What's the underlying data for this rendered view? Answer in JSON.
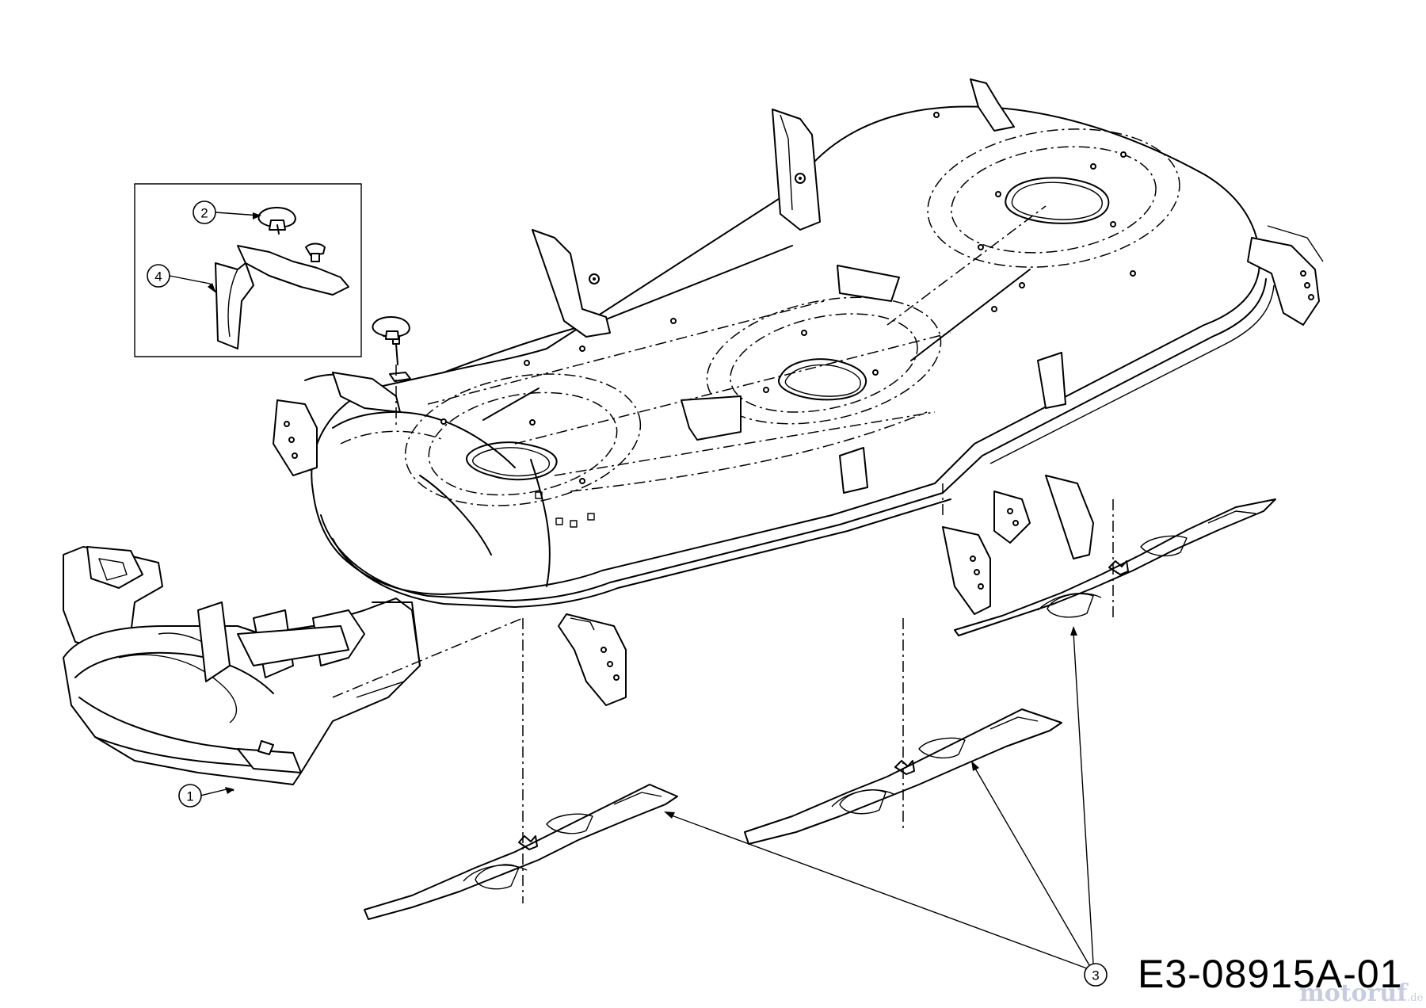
{
  "drawing": {
    "number": "E3-08915A-01",
    "watermark_main": "motoruf",
    "watermark_tld": ".de"
  },
  "callouts": [
    {
      "id": "1",
      "label": "1"
    },
    {
      "id": "2",
      "label": "2"
    },
    {
      "id": "3",
      "label": "3"
    },
    {
      "id": "4",
      "label": "4"
    }
  ],
  "icons": {
    "mower-deck": "mower-deck-housing-icon",
    "discharge-chute": "discharge-chute-icon",
    "blade": "mower-blade-icon",
    "wing-nut": "wing-nut-icon",
    "deflector": "deflector-plate-icon"
  }
}
